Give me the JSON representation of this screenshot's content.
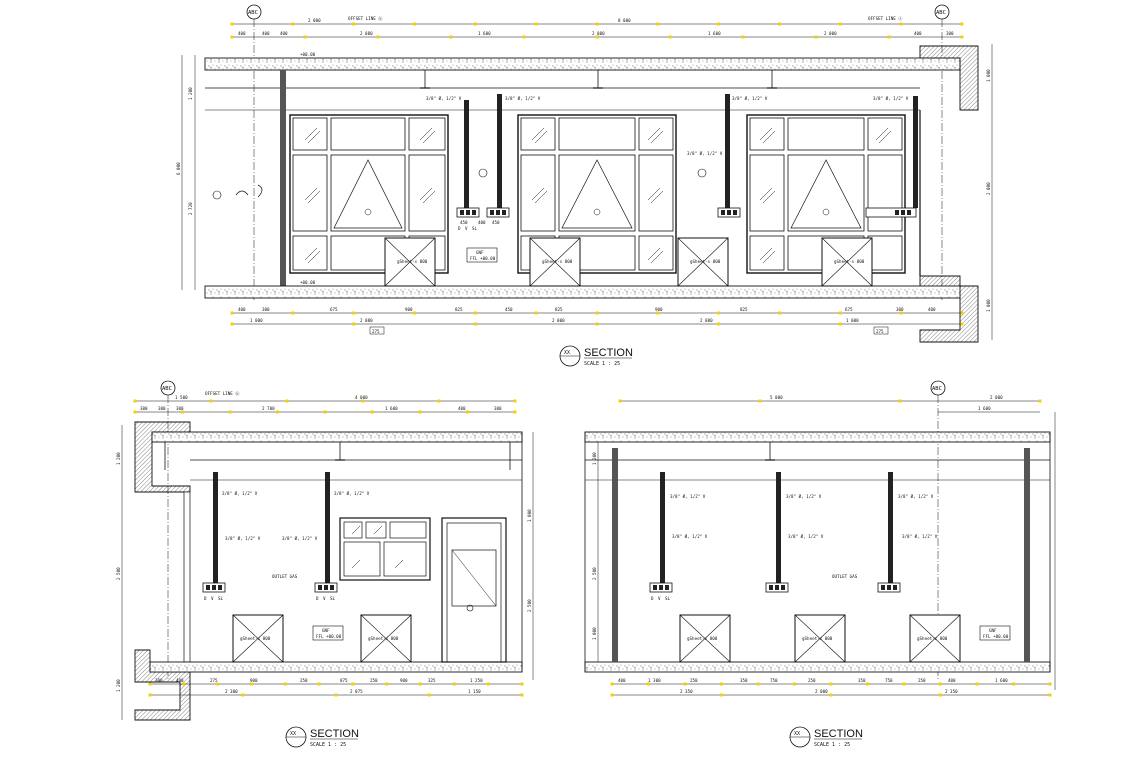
{
  "drawing": {
    "top_section": {
      "grid_label_left": "ABC",
      "grid_label_right": "ABC",
      "offset_line_left": "OFFSET LINE ⓑ",
      "offset_line_right": "OFFSET LINE ⓐ",
      "top_dims_row1": [
        "2 000",
        "8 000"
      ],
      "top_dims_row2": [
        "400",
        "400",
        "400",
        "2 080",
        "1 600",
        "2 000",
        "1 600",
        "2 000",
        "400",
        "300"
      ],
      "left_dims": [
        "1 200",
        "2 720",
        "6 000"
      ],
      "right_dims": [
        "1 000",
        "2 000",
        "1 000"
      ],
      "pipe_labels": [
        "3/8\" Ø, 1/2\" V",
        "3/8\" Ø, 1/2\" V",
        "3/8\" Ø, 1/2\" V",
        "3/8\" Ø, 1/2\" V"
      ],
      "pipe_label_mid": "3/8\" Ø, 1/2\" V",
      "level_top": "+00.00",
      "level_bottom": "+00.00",
      "fixture_labels": [
        "450",
        "400",
        "450"
      ],
      "fixture_sub": [
        "D",
        "V",
        "SL"
      ],
      "box_label": "gSheet-s 800",
      "room_tag": "GNF",
      "room_level": "FFL +00.00",
      "bottom_dims_row1": [
        "400",
        "300",
        "675",
        "900",
        "825",
        "450",
        "825",
        "900",
        "825",
        "675",
        "300",
        "400"
      ],
      "bottom_dims_row2": [
        "1 000",
        "2 080",
        "2 000",
        "2 080",
        "1 000"
      ],
      "tag_275": "275",
      "title": "SECTION",
      "title_circle": "XX",
      "scale_text": "SCALE   1 : 25"
    },
    "bottom_left_section": {
      "grid_label": "ABC",
      "offset_line": "OFFSET LINE ⓑ",
      "top_dims_row1": [
        "1 500",
        "4 000"
      ],
      "top_dims_row2": [
        "300",
        "300",
        "300",
        "2 700",
        "1 600",
        "400",
        "300"
      ],
      "left_dims": [
        "1 200",
        "2 500",
        "1 200"
      ],
      "right_dims": [
        "1 000",
        "2 500"
      ],
      "pipe_labels": [
        "3/8\" Ø, 1/2\" V",
        "3/8\" Ø, 1/2\" V"
      ],
      "pipe_label_mid": "3/8\" Ø, 1/2\" V",
      "outlet": "OUTLET GAS",
      "fixture_sub": [
        "D",
        "V",
        "SL"
      ],
      "box_label": "gSheet-s 800",
      "room_tag": "GNF",
      "room_level": "FFL +00.00",
      "bottom_dims_row1": [
        "300",
        "400",
        "275",
        "900",
        "250",
        "875",
        "250",
        "900",
        "325",
        "1 250"
      ],
      "bottom_dims_row2": [
        "2 300",
        "2 075",
        "1 150"
      ],
      "title": "SECTION",
      "title_circle": "XX",
      "scale_text": "SCALE   1 : 25"
    },
    "bottom_right_section": {
      "grid_label": "ABC",
      "top_dims_row1": [
        "5 000",
        "2 000"
      ],
      "top_dims_row2": [
        "1 600"
      ],
      "left_dims": [
        "1 200",
        "2 500",
        "1 000"
      ],
      "pipe_labels": [
        "3/8\" Ø, 1/2\" V",
        "3/8\" Ø, 1/2\" V",
        "3/8\" Ø, 1/2\" V"
      ],
      "pipe_label_mid": "3/8\" Ø, 1/2\" V",
      "outlet": "OUTLET GAS",
      "fixture_sub": [
        "D",
        "V",
        "SL"
      ],
      "box_label": "gSheet-s 800",
      "room_tag": "GNF",
      "room_level": "FFL +00.00",
      "bottom_dims_row1": [
        "400",
        "1 300",
        "250",
        "350",
        "750",
        "250",
        "350",
        "750",
        "250",
        "400",
        "1 600"
      ],
      "bottom_dims_row2": [
        "2 350",
        "2 000",
        "2 350"
      ],
      "title": "SECTION",
      "title_circle": "XX",
      "scale_text": "SCALE   1 : 25"
    }
  }
}
